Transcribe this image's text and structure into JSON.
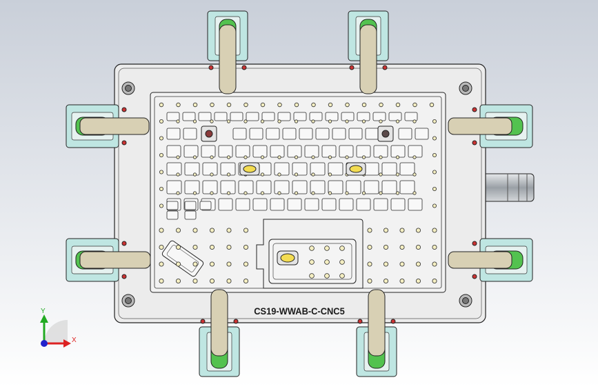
{
  "viewport": {
    "background_top": "#c9cfd9",
    "background_bottom": "#ffffff"
  },
  "model": {
    "engraving_text": "CS19-WWAB-C-CNC5",
    "plate_color": "#ececec",
    "clamp_color": "#d8d0b4",
    "clamp_base_color": "#bfe6e2",
    "clamp_pad_color": "#53c24f",
    "locating_pin_color": "#f3dc52",
    "fitting_color": "#b8bcc2"
  },
  "triad": {
    "y_label": "Y",
    "x_label": "X",
    "y_color": "#22aa22",
    "x_color": "#dd2222",
    "z_color": "#2222cc"
  }
}
